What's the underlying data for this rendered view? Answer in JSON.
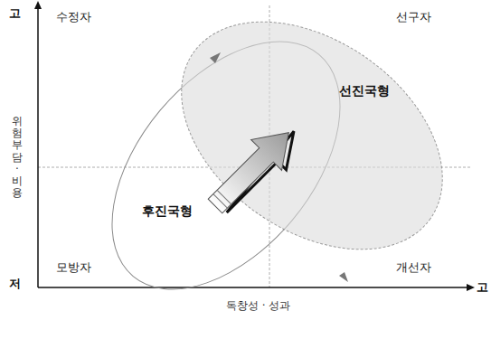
{
  "diagram": {
    "nodes": [
      {
        "text": [
          "후진국형"
        ]
      },
      {
        "text": [
          "선진국형"
        ]
      }
    ],
    "labels": [
      "고",
      "위험부담·비용",
      "저",
      "수정자",
      "선구자",
      "모방자",
      "개선자",
      "독창성 · 성과",
      "고"
    ]
  }
}
